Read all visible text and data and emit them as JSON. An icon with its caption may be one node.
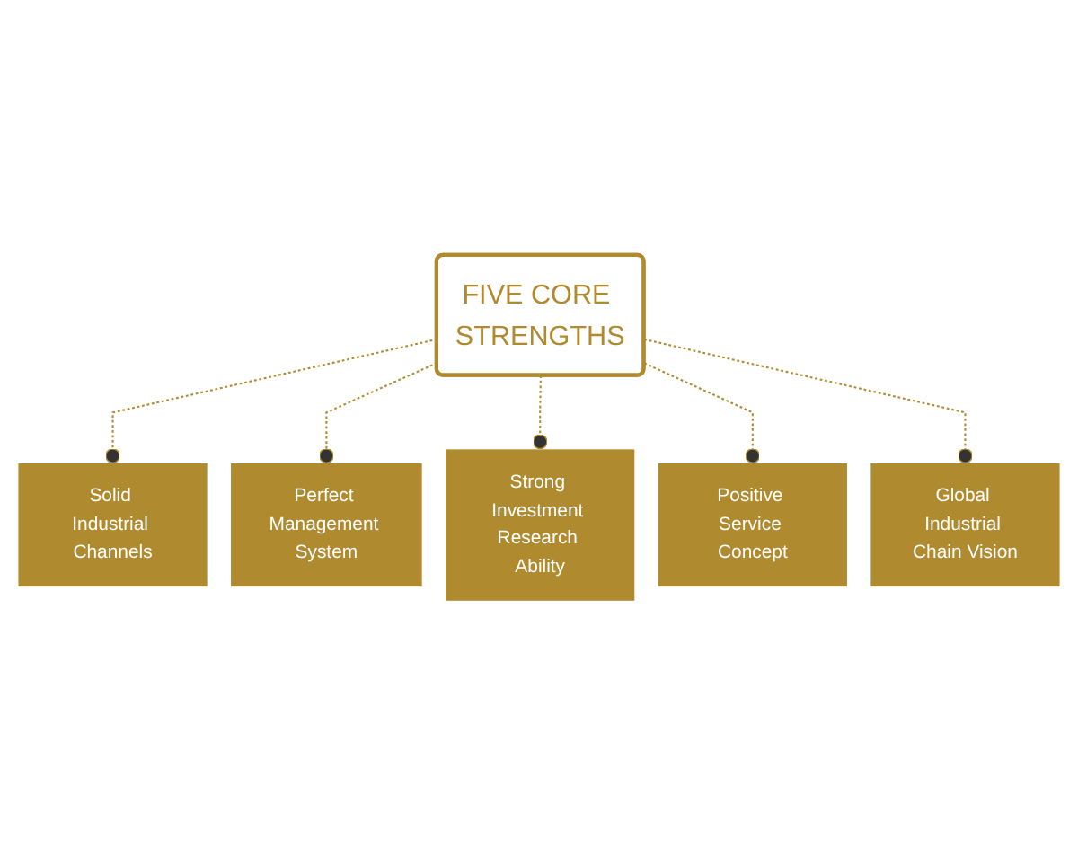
{
  "diagram": {
    "nodes": [
      {
        "text": [
          "FIVE CORE STRENGTHS"
        ]
      },
      {
        "text": [
          "Solid Industrial Channels"
        ]
      },
      {
        "text": [
          "Perfect Management System"
        ]
      },
      {
        "text": [
          "Strong Investment Research Ability"
        ]
      },
      {
        "text": [
          "Positive Service Concept"
        ]
      },
      {
        "text": [
          "Global Industrial Chain Vision"
        ]
      }
    ],
    "edges": [
      {
        "from": 0,
        "to": 1,
        "arrow": "other",
        "style": "dashed"
      },
      {
        "from": 0,
        "to": 2,
        "arrow": "other",
        "style": "dashed"
      },
      {
        "from": 0,
        "to": 3,
        "arrow": "other",
        "style": "dashed"
      },
      {
        "from": 0,
        "to": 4,
        "arrow": "other",
        "style": "dashed"
      },
      {
        "from": 0,
        "to": 5,
        "arrow": "other",
        "style": "dashed"
      }
    ]
  }
}
